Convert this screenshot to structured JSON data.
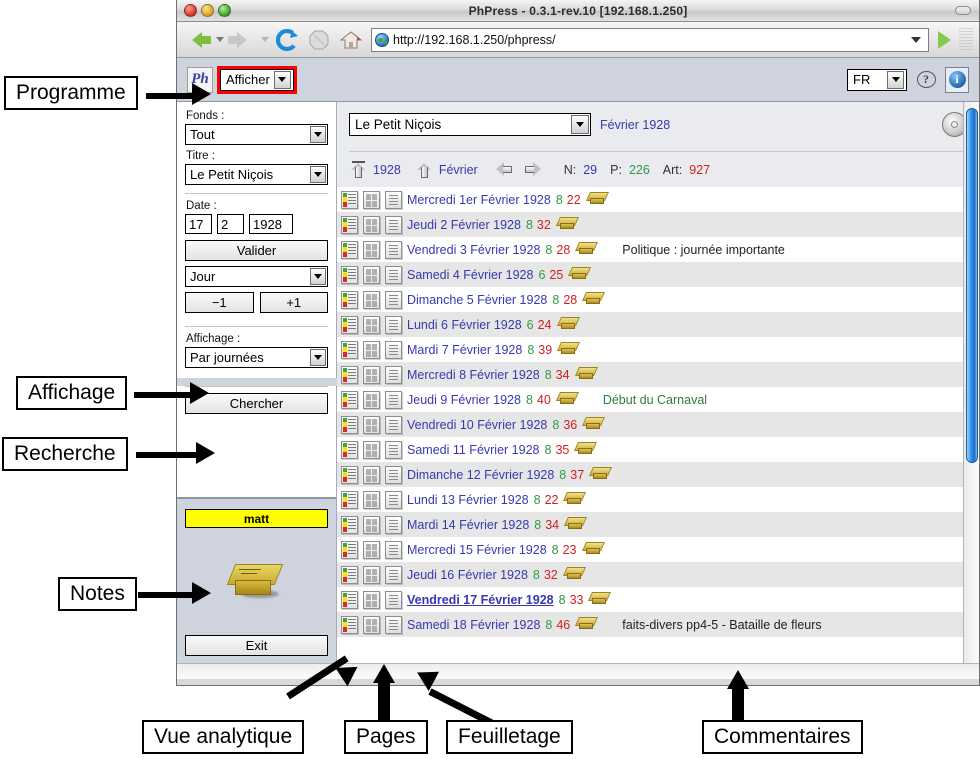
{
  "window": {
    "title": "PhPress - 0.3.1-rev.10 [192.168.1.250]",
    "url": "http://192.168.1.250/phpress/"
  },
  "app_toolbar": {
    "logo": "Ph",
    "mode_select": "Afficher",
    "lang_select": "FR",
    "help_icon": "?",
    "info_icon": "i"
  },
  "sidebar": {
    "fonds_label": "Fonds :",
    "fonds_value": "Tout",
    "titre_label": "Titre :",
    "titre_value": "Le Petit Niçois",
    "date_label": "Date :",
    "date_day": "17",
    "date_month": "2",
    "date_year": "1928",
    "validate_button": "Valider",
    "period_value": "Jour",
    "minus_button": "−1",
    "plus_button": "+1",
    "affichage_label": "Affichage :",
    "affichage_value": "Par journées",
    "search_button": "Chercher",
    "notes_user": "matt",
    "exit_button": "Exit"
  },
  "content": {
    "title_select": "Le Petit Niçois",
    "month_label": "Février 1928",
    "nav": {
      "year": "1928",
      "month": "Février",
      "n_label": "N:",
      "n_value": "29",
      "p_label": "P:",
      "p_value": "226",
      "art_label": "Art:",
      "art_value": "927"
    },
    "rows": [
      {
        "date": "Mercredi 1er Février 1928",
        "pages": "8",
        "articles": "22",
        "comment": "",
        "comment_style": "plain",
        "selected": false
      },
      {
        "date": "Jeudi 2 Février 1928",
        "pages": "8",
        "articles": "32",
        "comment": "",
        "comment_style": "plain",
        "selected": false
      },
      {
        "date": "Vendredi 3 Février 1928",
        "pages": "8",
        "articles": "28",
        "comment": "Politique : journée importante",
        "comment_style": "plain",
        "selected": false
      },
      {
        "date": "Samedi 4 Février 1928",
        "pages": "6",
        "articles": "25",
        "comment": "",
        "comment_style": "plain",
        "selected": false
      },
      {
        "date": "Dimanche 5 Février 1928",
        "pages": "8",
        "articles": "28",
        "comment": "",
        "comment_style": "plain",
        "selected": false
      },
      {
        "date": "Lundi 6 Février 1928",
        "pages": "6",
        "articles": "24",
        "comment": "",
        "comment_style": "plain",
        "selected": false
      },
      {
        "date": "Mardi 7 Février 1928",
        "pages": "8",
        "articles": "39",
        "comment": "",
        "comment_style": "plain",
        "selected": false
      },
      {
        "date": "Mercredi 8 Février 1928",
        "pages": "8",
        "articles": "34",
        "comment": "",
        "comment_style": "plain",
        "selected": false
      },
      {
        "date": "Jeudi 9 Février 1928",
        "pages": "8",
        "articles": "40",
        "comment": "Début du Carnaval",
        "comment_style": "green",
        "selected": false
      },
      {
        "date": "Vendredi 10 Février 1928",
        "pages": "8",
        "articles": "36",
        "comment": "",
        "comment_style": "plain",
        "selected": false
      },
      {
        "date": "Samedi 11 Février 1928",
        "pages": "8",
        "articles": "35",
        "comment": "",
        "comment_style": "plain",
        "selected": false
      },
      {
        "date": "Dimanche 12 Février 1928",
        "pages": "8",
        "articles": "37",
        "comment": "",
        "comment_style": "plain",
        "selected": false
      },
      {
        "date": "Lundi 13 Février 1928",
        "pages": "8",
        "articles": "22",
        "comment": "",
        "comment_style": "plain",
        "selected": false
      },
      {
        "date": "Mardi 14 Février 1928",
        "pages": "8",
        "articles": "34",
        "comment": "",
        "comment_style": "plain",
        "selected": false
      },
      {
        "date": "Mercredi 15 Février 1928",
        "pages": "8",
        "articles": "23",
        "comment": "",
        "comment_style": "plain",
        "selected": false
      },
      {
        "date": "Jeudi 16 Février 1928",
        "pages": "8",
        "articles": "32",
        "comment": "",
        "comment_style": "plain",
        "selected": false
      },
      {
        "date": "Vendredi 17 Février 1928",
        "pages": "8",
        "articles": "33",
        "comment": "",
        "comment_style": "plain",
        "selected": true
      },
      {
        "date": "Samedi 18 Février 1928",
        "pages": "8",
        "articles": "46",
        "comment": "faits-divers pp4-5 - Bataille de fleurs",
        "comment_style": "plain",
        "selected": false
      }
    ]
  },
  "annotations": {
    "programme": "Programme",
    "affichage": "Affichage",
    "recherche": "Recherche",
    "notes": "Notes",
    "vue_analytique": "Vue analytique",
    "pages": "Pages",
    "feuilletage": "Feuilletage",
    "commentaires": "Commentaires"
  },
  "colors": {
    "link": "#3838b0",
    "pages_green": "#2f9a4a",
    "articles_red": "#d21f1f",
    "highlight_red": "#ff0000",
    "note_yellow": "#ffff00"
  }
}
